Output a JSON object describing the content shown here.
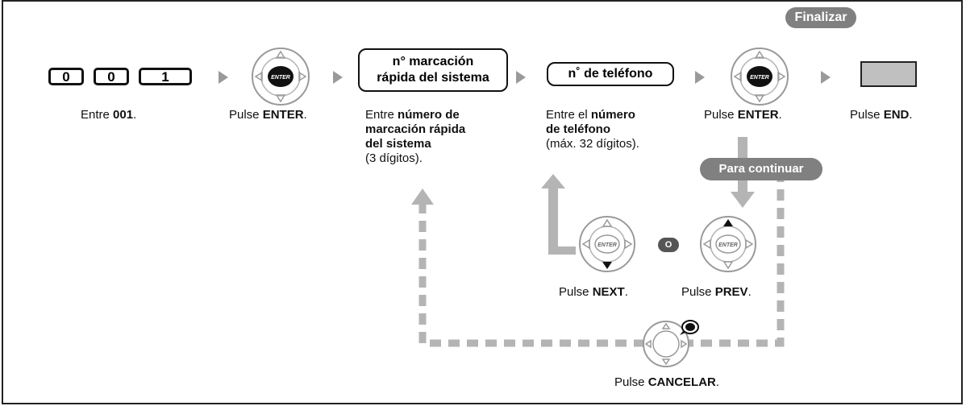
{
  "keys": [
    "0",
    "0",
    "1"
  ],
  "enter_label": "ENTER",
  "boxes": {
    "speed_dial_line1": "n° marcación",
    "speed_dial_line2": "rápida del sistema",
    "phone_number": "n˚ de teléfono"
  },
  "pills": {
    "finish": "Finalizar",
    "continue": "Para continuar"
  },
  "or_label": "O",
  "captions": {
    "step1": {
      "pre": "Entre ",
      "bold": "001",
      "post": "."
    },
    "step2": {
      "pre": "Pulse ",
      "bold": "ENTER",
      "post": "."
    },
    "step3": {
      "pre": "Entre ",
      "bold1": "número de",
      "bold2": "marcación rápida",
      "bold3": "del sistema",
      "line4": "(3 dígitos)."
    },
    "step4": {
      "pre": "Entre el ",
      "bold1": "número",
      "bold2": "de teléfono",
      "line3": "(máx. 32 dígitos)."
    },
    "step5": {
      "pre": "Pulse ",
      "bold": "ENTER",
      "post": "."
    },
    "step6": {
      "pre": "Pulse ",
      "bold": "END",
      "post": "."
    },
    "next": {
      "pre": "Pulse ",
      "bold": "NEXT",
      "post": "."
    },
    "prev": {
      "pre": "Pulse ",
      "bold": "PREV",
      "post": "."
    },
    "cancel": {
      "pre": "Pulse ",
      "bold": "CANCELAR",
      "post": "."
    }
  }
}
